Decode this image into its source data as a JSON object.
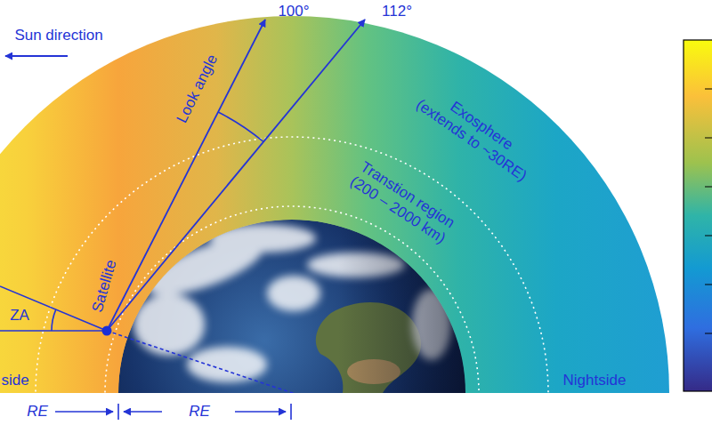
{
  "diagram": {
    "labels": [
      "Sun direction",
      "100°",
      "112°",
      "Look angle",
      "Exosphere (extends to ~30RE)",
      "Transtion region (200 – 2000 km)",
      "Satellite",
      "ZA",
      "side",
      "Nightside",
      "RE",
      "RE"
    ]
  }
}
